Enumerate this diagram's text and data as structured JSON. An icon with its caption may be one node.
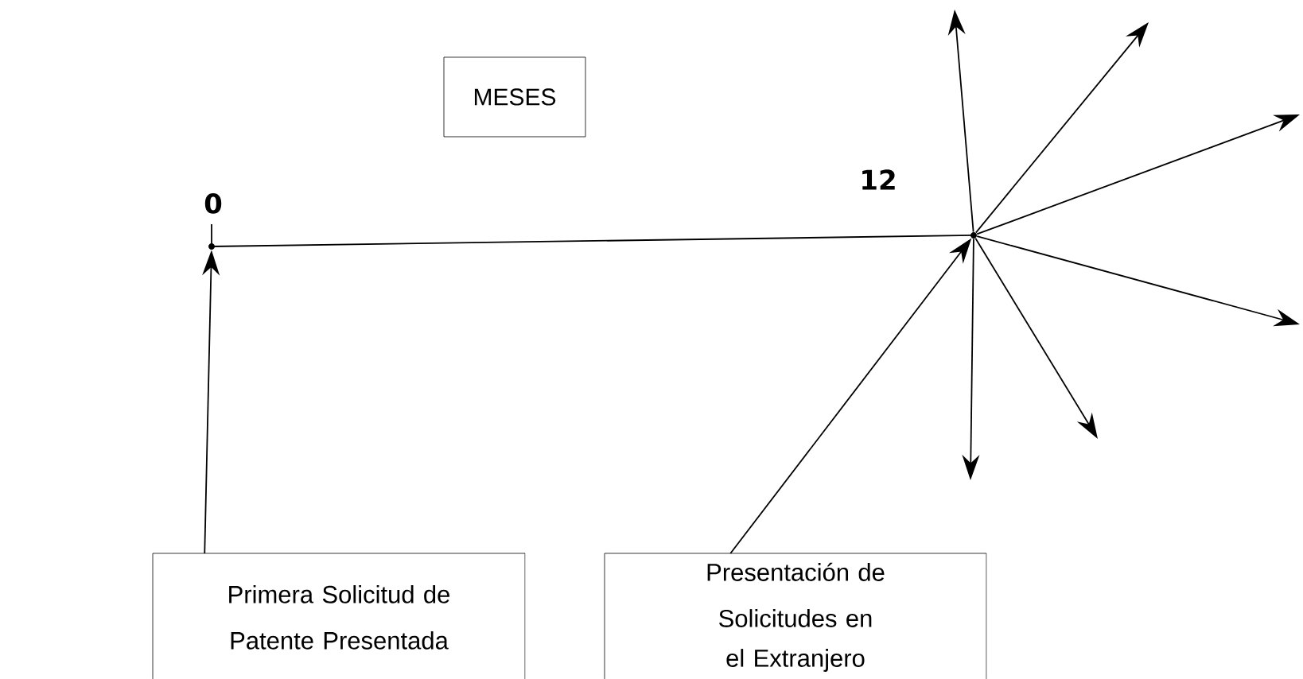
{
  "diagram": {
    "nodes": [
      {
        "text": [
          "Primera Solicitud de Patente Presentada"
        ]
      },
      {
        "text": [
          "Presentación de Solicitudes en el Extranjero"
        ]
      },
      {
        "text": [
          "MESES"
        ]
      },
      {
        "text": [],
        "shape": "circle",
        "beside": [
          "0"
        ]
      },
      {
        "text": [],
        "shape": "circle",
        "beside": [
          "12"
        ]
      }
    ],
    "edges": [
      {
        "from": 0,
        "to": 3,
        "arrow": "to"
      },
      {
        "from": 1,
        "to": 4,
        "arrow": "to"
      },
      {
        "from": 3,
        "to": 4,
        "arrow": "none"
      },
      {
        "from": 4,
        "to": null,
        "arrow": "to"
      },
      {
        "from": 4,
        "to": null,
        "arrow": "to"
      },
      {
        "from": 4,
        "to": null,
        "arrow": "to"
      },
      {
        "from": 4,
        "to": null,
        "arrow": "to"
      },
      {
        "from": 4,
        "to": null,
        "arrow": "to"
      },
      {
        "from": 4,
        "to": null,
        "arrow": "to"
      }
    ]
  }
}
